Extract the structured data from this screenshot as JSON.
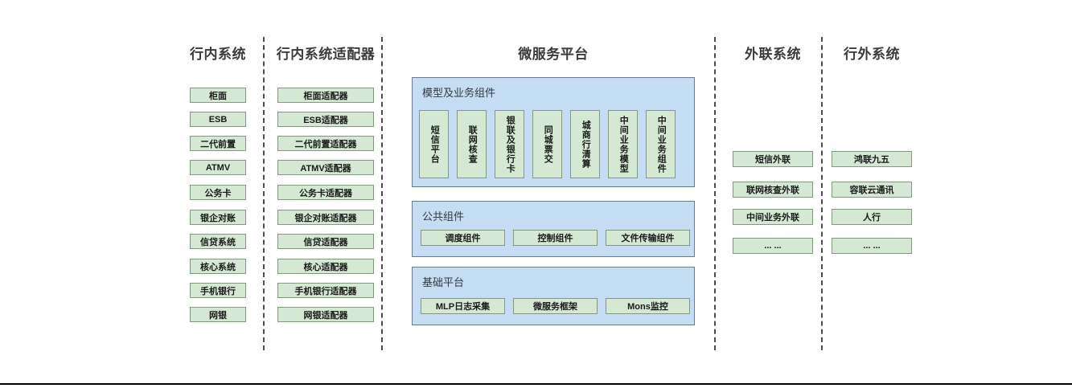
{
  "diagram": {
    "title_row": [
      {
        "id": "col-internal-systems",
        "label": "行内系统"
      },
      {
        "id": "col-internal-adapters",
        "label": "行内系统适配器"
      },
      {
        "id": "col-microservice",
        "label": "微服务平台"
      },
      {
        "id": "col-external-link",
        "label": "外联系统"
      },
      {
        "id": "col-outside-systems",
        "label": "行外系统"
      }
    ],
    "colors": {
      "node_fill": "#d5e8d4",
      "node_border": "#82997f",
      "panel_fill": "#c5ddf2",
      "panel_border": "#6e7b8c",
      "divider": "#4d4d4d",
      "title_text": "#3b3b3b"
    },
    "columns": {
      "internal_systems": {
        "title": "行内系统",
        "items": [
          "柜面",
          "ESB",
          "二代前置",
          "ATMV",
          "公务卡",
          "银企对账",
          "信贷系统",
          "核心系统",
          "手机银行",
          "网银"
        ]
      },
      "internal_adapters": {
        "title": "行内系统适配器",
        "items": [
          "柜面适配器",
          "ESB适配器",
          "二代前置适配器",
          "ATMV适配器",
          "公务卡适配器",
          "银企对账适配器",
          "信贷适配器",
          "核心适配器",
          "手机银行适配器",
          "网银适配器"
        ]
      },
      "microservice_platform": {
        "title": "微服务平台",
        "panels": [
          {
            "id": "model-and-business-components",
            "title": "模型及业务组件",
            "orientation": "vertical",
            "items": [
              "短信平台",
              "联网核查",
              "银联及银行卡",
              "同城票交",
              "城商行清算",
              "中间业务模型",
              "中间业务组件"
            ]
          },
          {
            "id": "public-components",
            "title": "公共组件",
            "orientation": "horizontal",
            "items": [
              "调度组件",
              "控制组件",
              "文件传输组件"
            ]
          },
          {
            "id": "base-platform",
            "title": "基础平台",
            "orientation": "horizontal",
            "items": [
              "MLP日志采集",
              "微服务框架",
              "Mons监控"
            ]
          }
        ]
      },
      "external_link_systems": {
        "title": "外联系统",
        "items": [
          "短信外联",
          "联网核查外联",
          "中间业务外联",
          "... ..."
        ]
      },
      "outside_systems": {
        "title": "行外系统",
        "items": [
          "鸿联九五",
          "容联云通讯",
          "人行",
          "... ..."
        ]
      }
    }
  }
}
